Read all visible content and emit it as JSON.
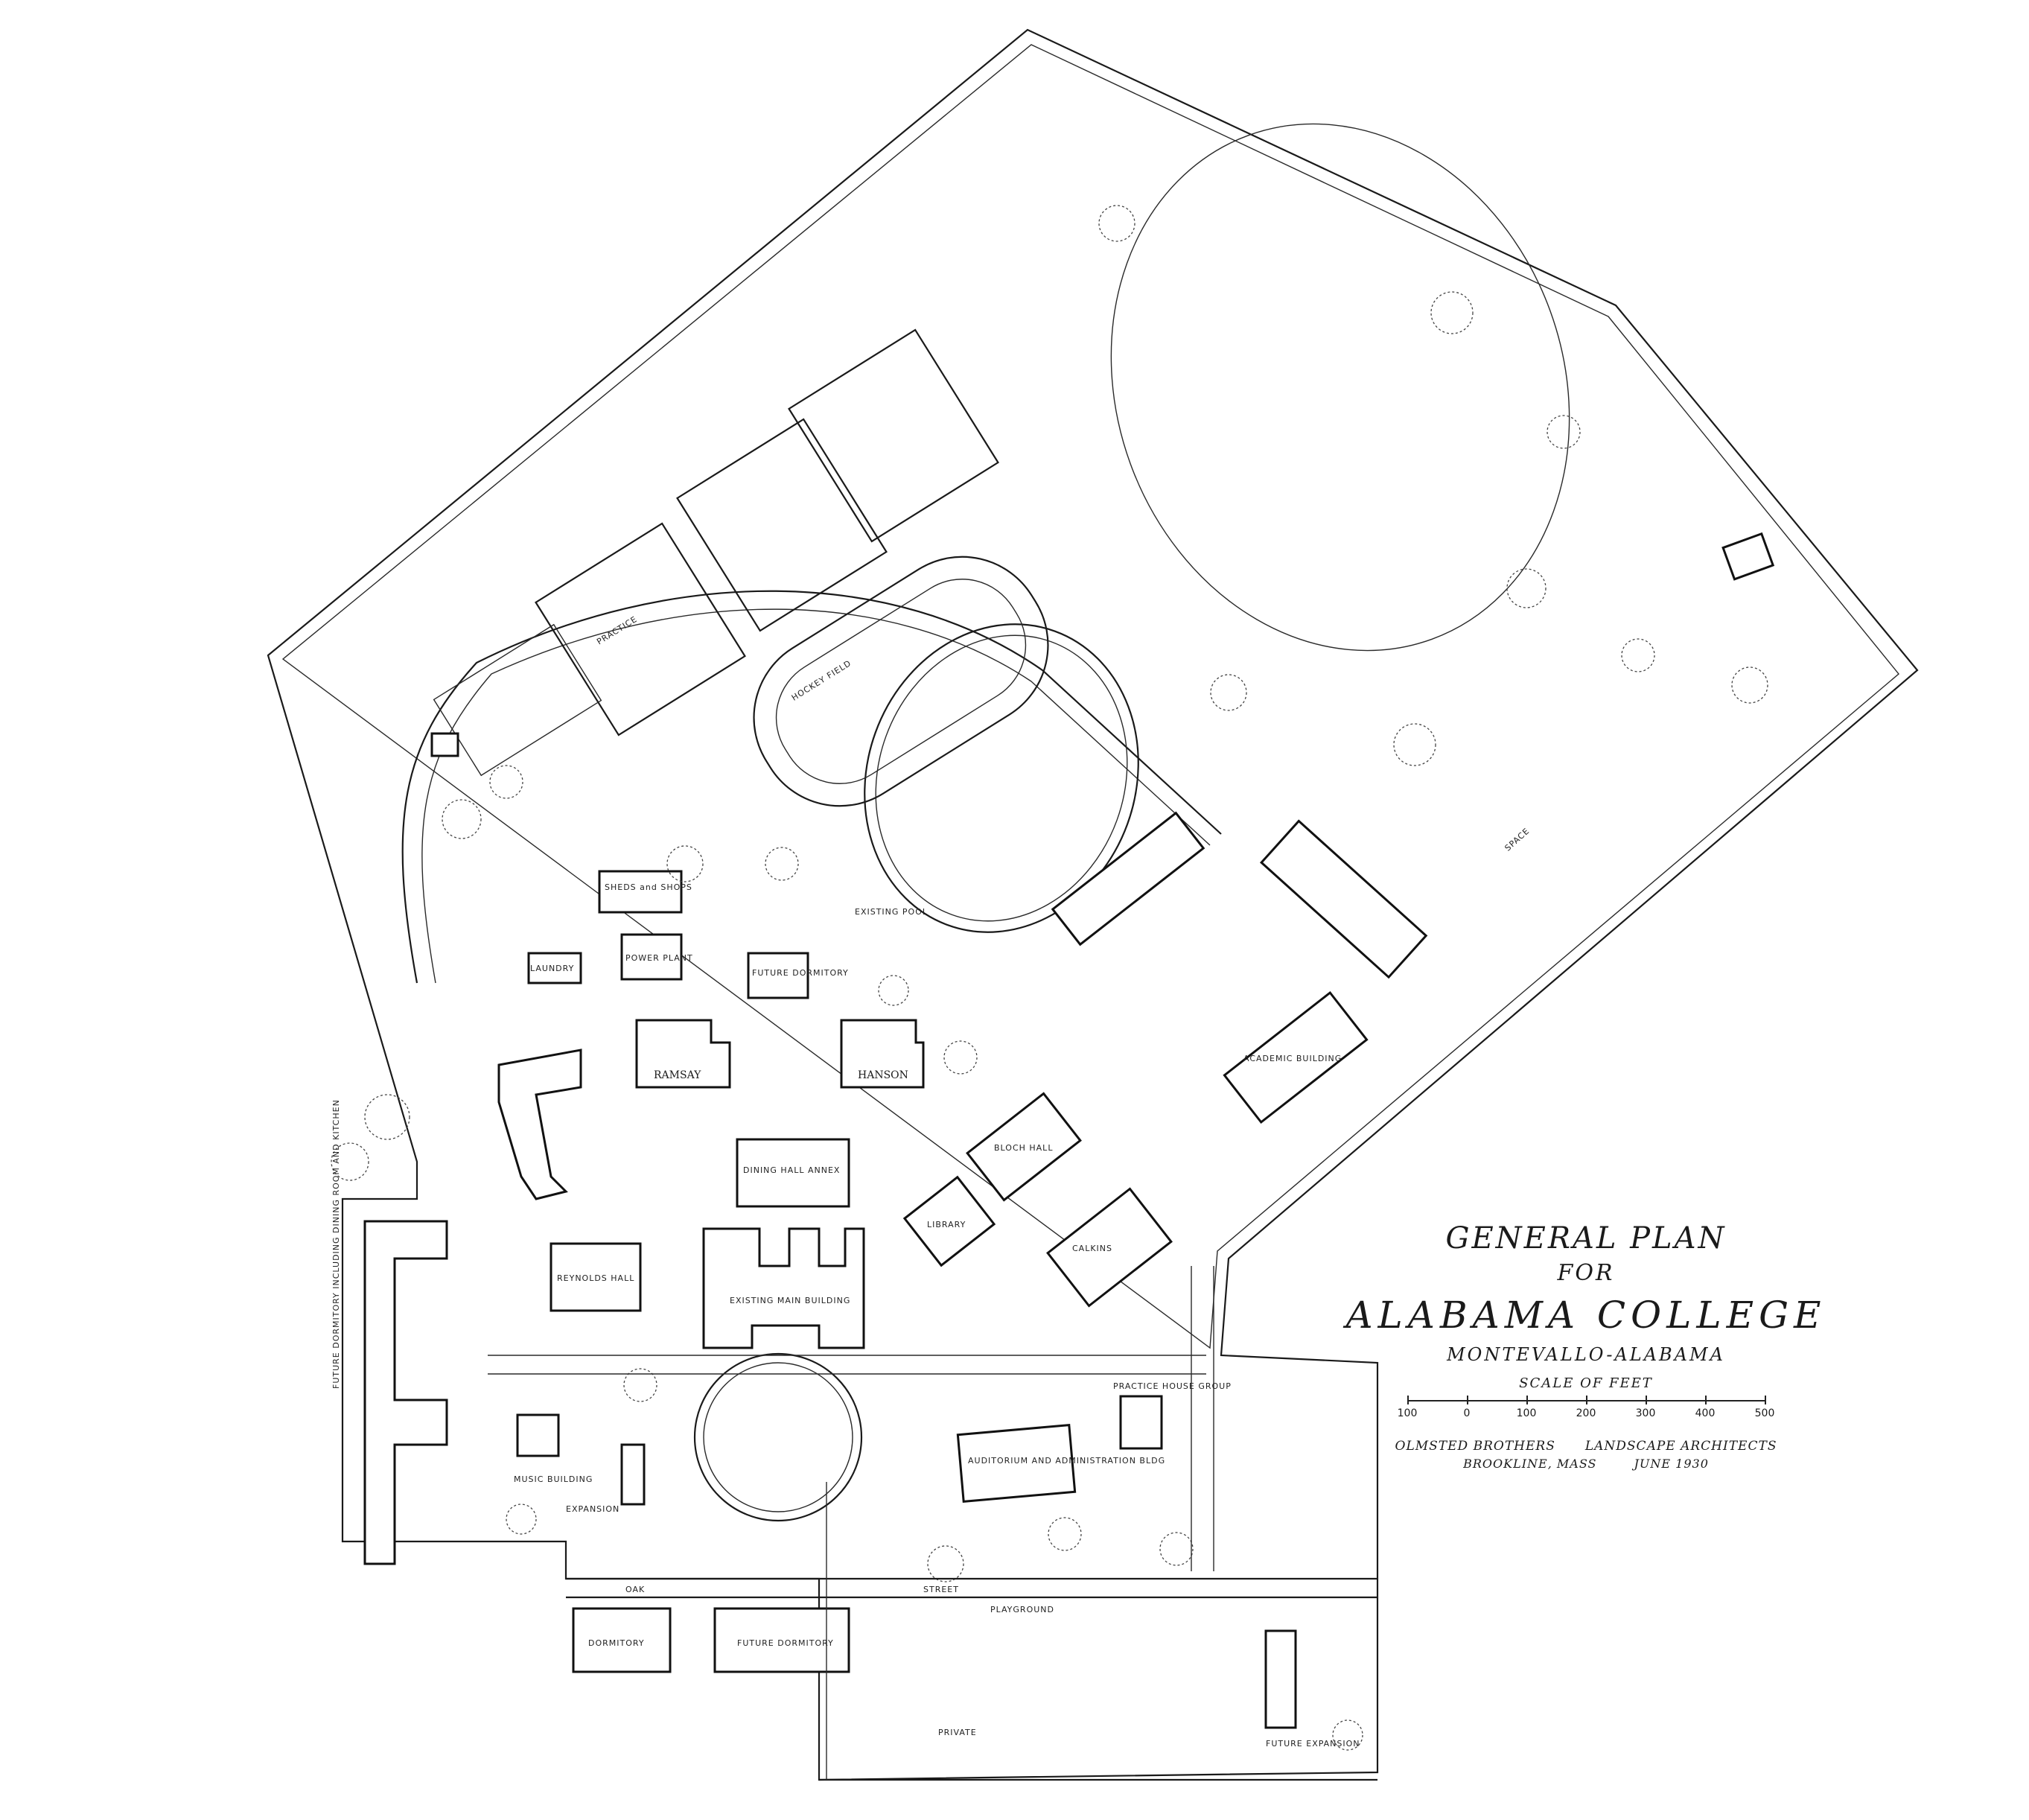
{
  "title": {
    "line1": "GENERAL PLAN",
    "line2": "FOR",
    "line3": "ALABAMA COLLEGE",
    "line4": "MONTEVALLO-ALABAMA",
    "scale_label": "SCALE OF FEET",
    "scale_ticks": [
      "100",
      "0",
      "100",
      "200",
      "300",
      "400",
      "500"
    ],
    "firm": "OLMSTED BROTHERS",
    "profession": "LANDSCAPE ARCHITECTS",
    "location": "BROOKLINE, MASS",
    "date": "JUNE 1930"
  },
  "labels": {
    "ramsay": "RAMSAY",
    "hanson": "HANSON",
    "future_dormitory_top": "FUTURE DORMITORY",
    "power_plant": "POWER PLANT",
    "laundry": "LAUNDRY",
    "sheds_shops": "SHEDS and SHOPS",
    "dining_hall_annex": "DINING HALL ANNEX",
    "existing_main_building": "EXISTING MAIN BUILDING",
    "reynolds_hall": "REYNOLDS HALL",
    "music_building": "MUSIC BUILDING",
    "expansion": "EXPANSION",
    "future_dormitory_left": "FUTURE DORMITORY INCLUDING DINING ROOM AND KITCHEN",
    "auditorium": "AUDITORIUM AND ADMINISTRATION BLDG",
    "library": "LIBRARY",
    "calkins": "CALKINS",
    "bloch_hall": "BLOCH HALL",
    "academic_building": "ACADEMIC BUILDING",
    "practice_house_group": "PRACTICE HOUSE GROUP",
    "playground": "PLAYGROUND",
    "private": "PRIVATE",
    "future_expansion": "FUTURE EXPANSION",
    "future_dormitory_bottom": "FUTURE DORMITORY",
    "dormitory": "DORMITORY",
    "oak_street": "OAK",
    "street": "STREET",
    "existing_pool": "EXISTING POOL",
    "hockey_field": "HOCKEY FIELD",
    "practice": "PRACTICE",
    "space": "SPACE"
  },
  "colors": {
    "ink": "#1a1a1a",
    "paper": "#ffffff"
  }
}
